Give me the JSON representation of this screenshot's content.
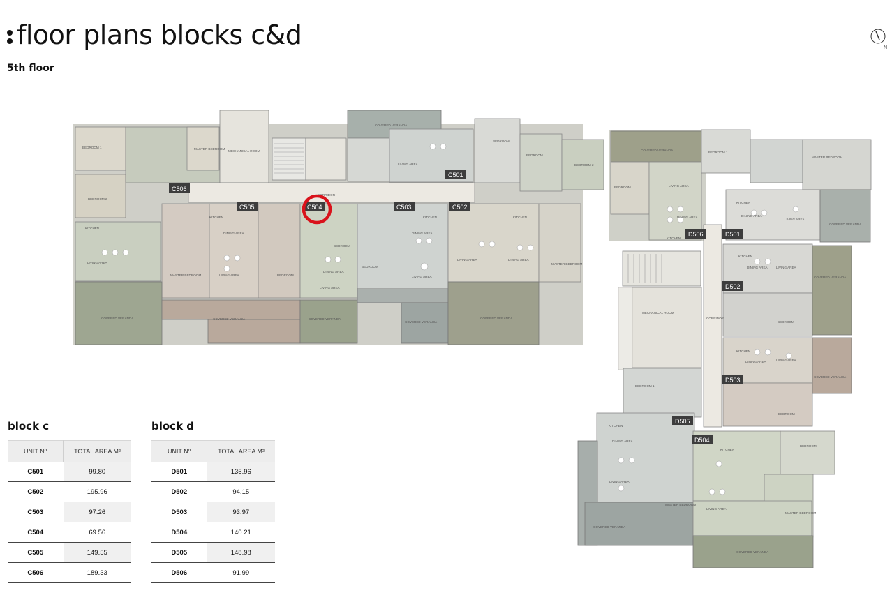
{
  "page": {
    "title": "floor plans blocks c&d",
    "subtitle": "5th floor",
    "compass_letter": "N"
  },
  "plan": {
    "unit_tags": [
      "C506",
      "C505",
      "C504",
      "C503",
      "C502",
      "C501",
      "D506",
      "D501",
      "D502",
      "D503",
      "D505",
      "D504"
    ],
    "highlighted_unit": "C504",
    "highlight_color": "#d9121b",
    "room_labels": {
      "bedroom_1": "BEDROOM 1",
      "bedroom_2": "BEDROOM 2",
      "bedroom": "BEDROOM",
      "master_bedroom": "MASTER BEDROOM",
      "mechanical_room": "MECHANICAL ROOM",
      "kitchen": "KITCHEN",
      "dining_area": "DINING AREA",
      "living_area": "LIVING AREA",
      "covered_veranda": "COVERED VERANDA",
      "corridor": "CORRIDOR"
    }
  },
  "block_c": {
    "heading": "block c",
    "headers": [
      "UNIT Nº",
      "TOTAL AREA M²"
    ],
    "rows": [
      {
        "unit": "C501",
        "area": "99.80"
      },
      {
        "unit": "C502",
        "area": "195.96"
      },
      {
        "unit": "C503",
        "area": "97.26"
      },
      {
        "unit": "C504",
        "area": "69.56"
      },
      {
        "unit": "C505",
        "area": "149.55"
      },
      {
        "unit": "C506",
        "area": "189.33"
      }
    ]
  },
  "block_d": {
    "heading": "block d",
    "headers": [
      "UNIT Nº",
      "TOTAL AREA M²"
    ],
    "rows": [
      {
        "unit": "D501",
        "area": "135.96"
      },
      {
        "unit": "D502",
        "area": "94.15"
      },
      {
        "unit": "D503",
        "area": "93.97"
      },
      {
        "unit": "D504",
        "area": "140.21"
      },
      {
        "unit": "D505",
        "area": "148.98"
      },
      {
        "unit": "D506",
        "area": "91.99"
      }
    ]
  },
  "colors": {
    "floor_beige": "#d9d4c7",
    "floor_grey": "#cfd2cf",
    "floor_sage": "#c9cfc0",
    "veranda_olive": "#9aa28c",
    "veranda_grey": "#9da5a2",
    "veranda_tan": "#b9a99c",
    "corridor": "#ece9e2",
    "tag_dark": "#3d3d3d"
  }
}
